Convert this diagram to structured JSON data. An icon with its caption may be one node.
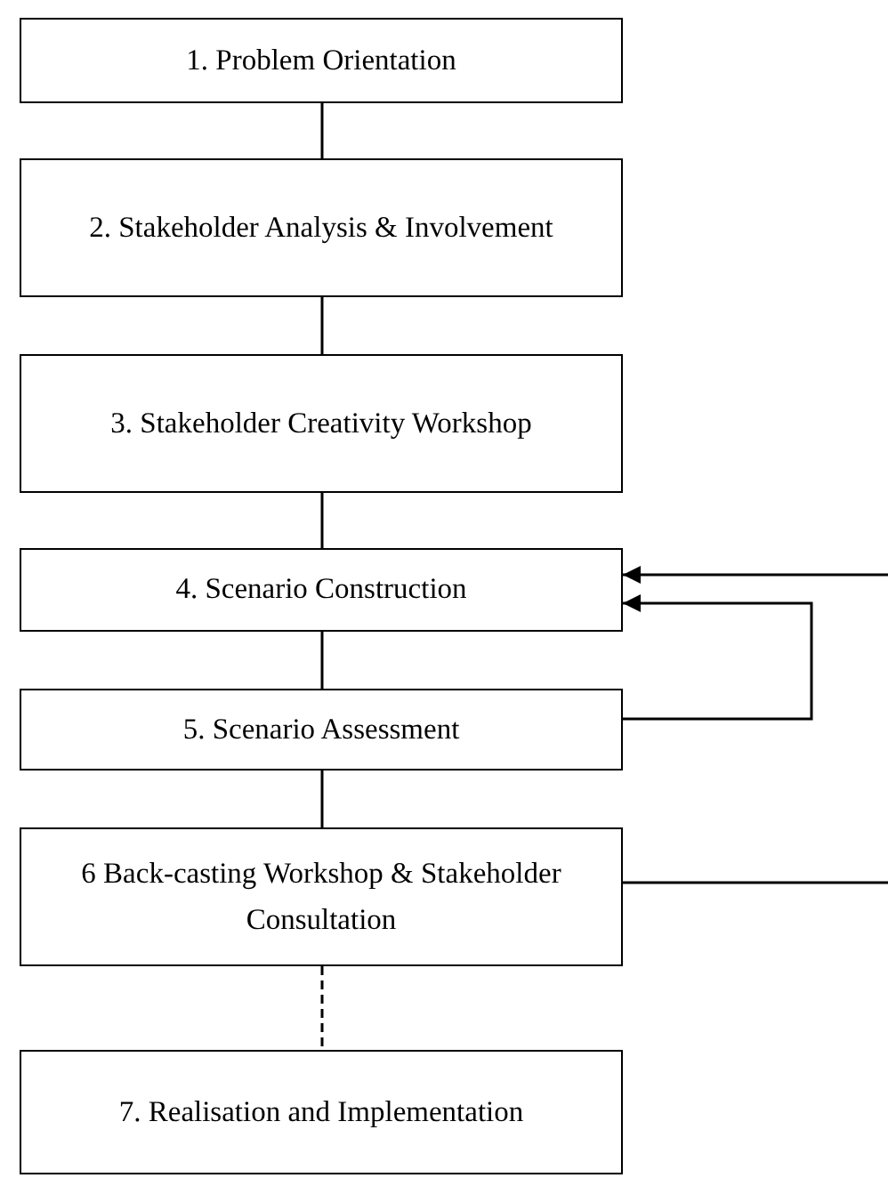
{
  "diagram": {
    "nodes": [
      {
        "text": [
          "1. Problem Orientation"
        ]
      },
      {
        "text": [
          "2. Stakeholder Analysis & Involvement"
        ]
      },
      {
        "text": [
          "3. Stakeholder Creativity Workshop"
        ]
      },
      {
        "text": [
          "4. Scenario Construction"
        ]
      },
      {
        "text": [
          "5. Scenario Assessment"
        ]
      },
      {
        "text": [
          "6 Back-casting Workshop & Stakeholder Consultation"
        ]
      },
      {
        "text": [
          "7. Realisation and Implementation"
        ]
      }
    ],
    "edges": [
      {
        "from": 0,
        "to": 1,
        "arrow": "none"
      },
      {
        "from": 1,
        "to": 2,
        "arrow": "none"
      },
      {
        "from": 2,
        "to": 3,
        "arrow": "none"
      },
      {
        "from": 3,
        "to": 4,
        "arrow": "none"
      },
      {
        "from": 4,
        "to": 3,
        "arrow": "to"
      },
      {
        "from": null,
        "to": 3,
        "arrow": "to"
      },
      {
        "from": 5,
        "to": null,
        "arrow": "none"
      },
      {
        "from": 4,
        "to": 5,
        "arrow": "none"
      },
      {
        "from": 5,
        "to": 6,
        "arrow": "none",
        "style": "dashed"
      }
    ]
  }
}
